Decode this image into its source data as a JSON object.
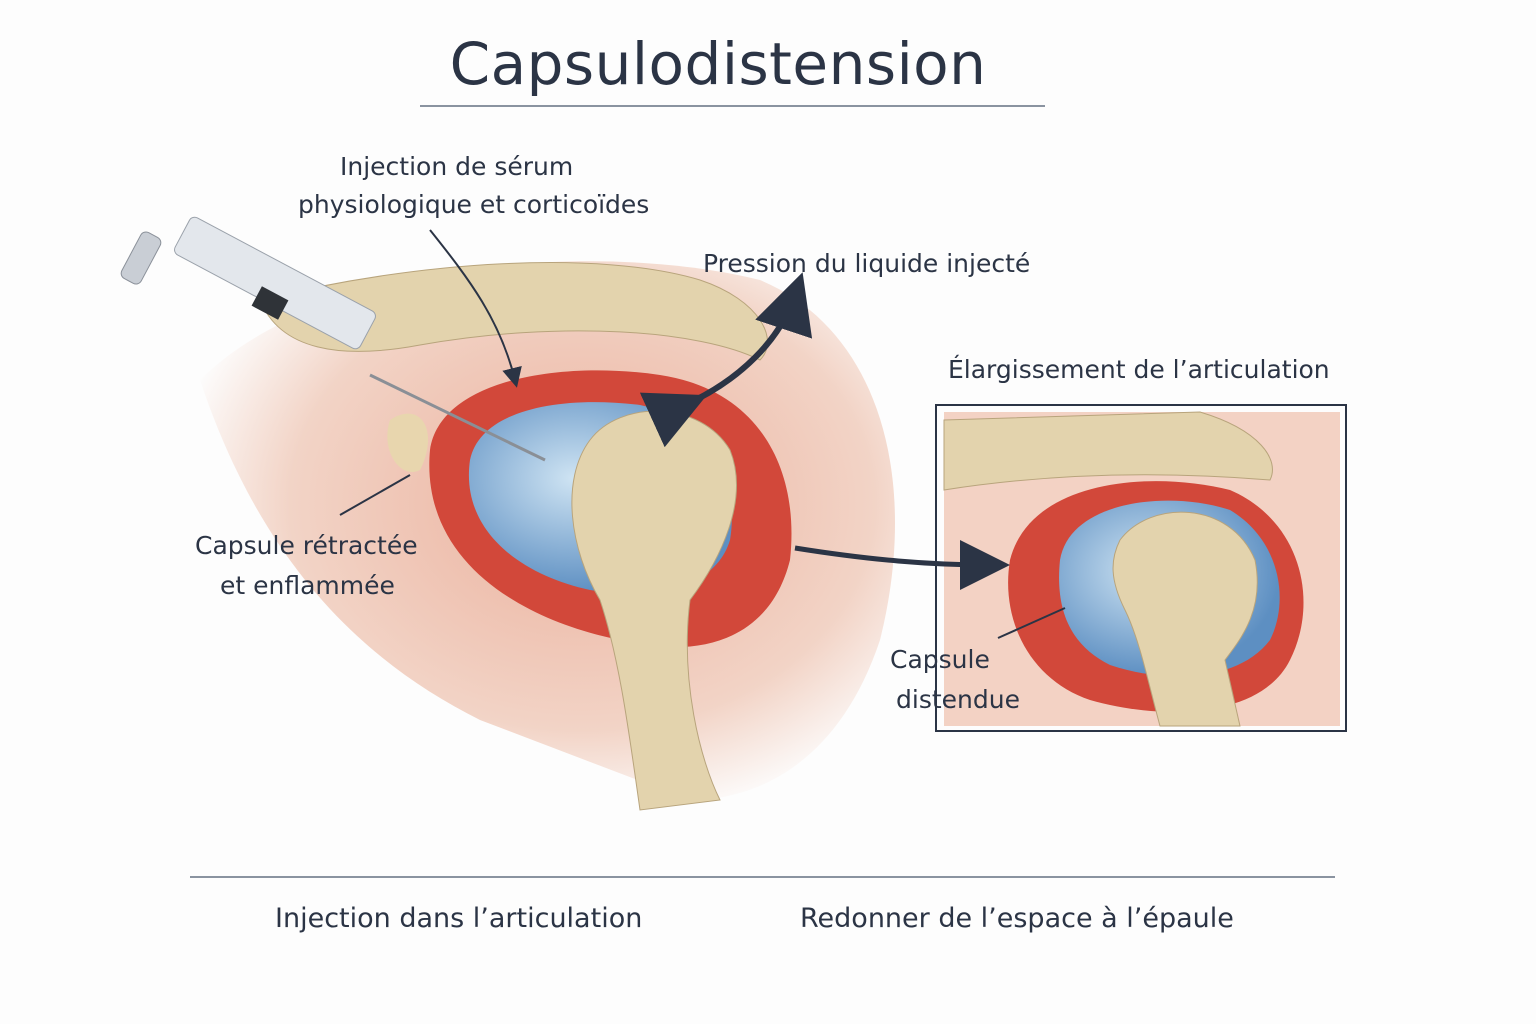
{
  "title": "Capsulodistension",
  "labels": {
    "injection_line1": "Injection de sérum",
    "injection_line2": "physiologique et corticoïdes",
    "pressure": "Pression du liquide injecté",
    "enlargement": "Élargissement de l’articulation",
    "retracted_line1": "Capsule rétractée",
    "retracted_line2": "et enflammée",
    "distended_line1": "Capsule",
    "distended_line2": "distendue"
  },
  "captions": {
    "left": "Injection dans l’articulation",
    "right": "Redonner de l’espace à l’épaule"
  },
  "colors": {
    "text": "#2b3445",
    "capsule": "#d2483a",
    "fluid": "#7fb0d8",
    "bone": "#e3d3ad",
    "muscle": "#eab9a3"
  }
}
